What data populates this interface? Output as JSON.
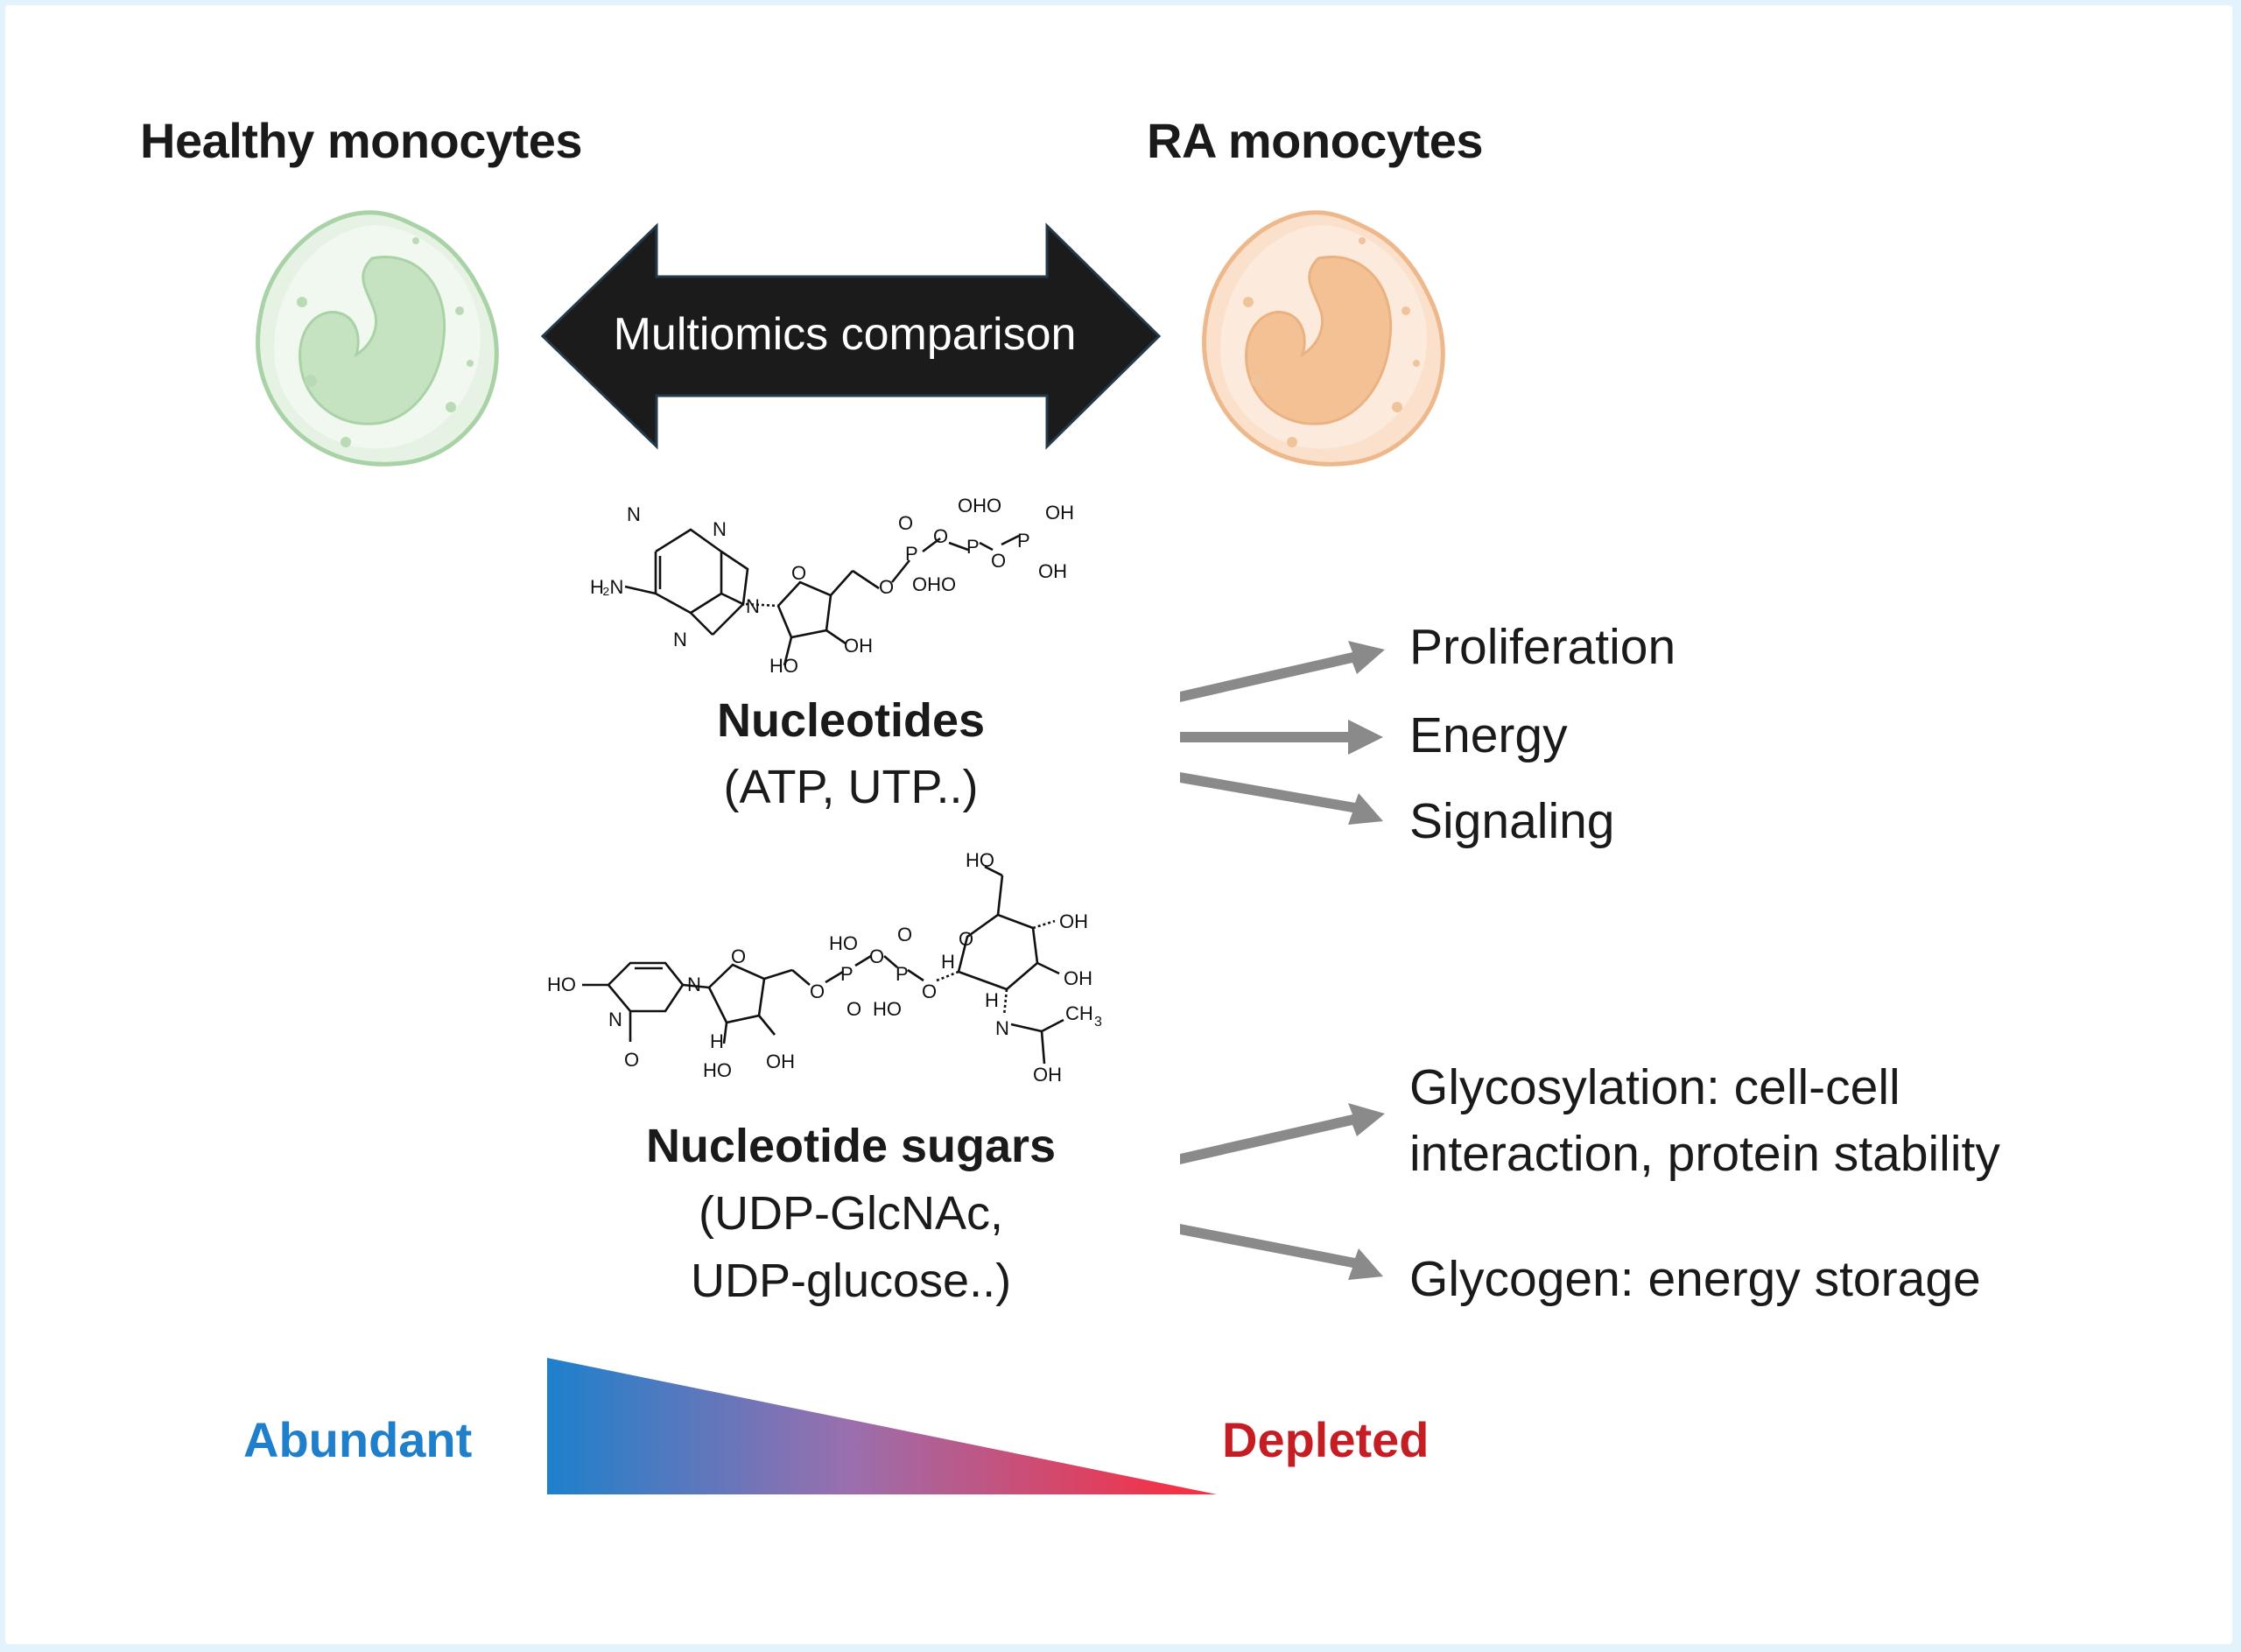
{
  "header": {
    "left_title": "Healthy monocytes",
    "right_title": "RA monocytes",
    "comparison_label": "Multiomics comparison"
  },
  "cells": {
    "healthy": {
      "icon": "monocyte-cell-icon",
      "color": "#cfe8cf",
      "outline": "#9ccb9c"
    },
    "ra": {
      "icon": "monocyte-cell-icon",
      "color": "#f8d3b4",
      "outline": "#e8b187"
    }
  },
  "metabolites": [
    {
      "name": "Nucleotides",
      "examples": "(ATP, UTP..)",
      "structure_icon": "atp-structure-icon"
    },
    {
      "name": "Nucleotide sugars",
      "examples_line1": "(UDP-GlcNAc,",
      "examples_line2": "UDP-glucose..)",
      "structure_icon": "udp-glcnac-structure-icon"
    }
  ],
  "outcomes": {
    "nucleotides": [
      "Proliferation",
      "Energy",
      "Signaling"
    ],
    "nucleotide_sugars": [
      {
        "line1": "Glycosylation: cell-cell",
        "line2": "interaction, protein stability"
      },
      {
        "line1": "Glycogen: energy storage"
      }
    ]
  },
  "chem_labels": {
    "atp": {
      "H2N": "H",
      "N": "N",
      "O": "O",
      "OH": "OH",
      "HO": "HO",
      "P": "P",
      "OHO": "OHO",
      "OHO2": "OHO"
    },
    "udp": {
      "HO": "HO",
      "N": "N",
      "O": "O",
      "OH": "OH",
      "H": "H",
      "P": "P",
      "CH3": "CH",
      "HO_OH": "HO"
    }
  },
  "legend": {
    "abundant_label": "Abundant",
    "depleted_label": "Depleted",
    "abundant_color": "#1f7fca",
    "depleted_color": "#c41e24",
    "gradient_start": "#1e80cc",
    "gradient_end": "#ff2a3a"
  },
  "colors": {
    "arrow_dark": "#1b1b1b",
    "arrow_gray": "#8a8a8a"
  }
}
